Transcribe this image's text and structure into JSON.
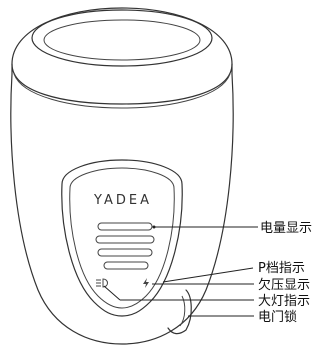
{
  "device": {
    "brand_text": "YADEA"
  },
  "callouts": {
    "battery_level": "电量显示",
    "p_gear": "P档指示",
    "undervoltage": "欠压显示",
    "headlight": "大灯指示",
    "electric_lock": "电门锁"
  },
  "icons": {
    "headlight": "headlight-icon",
    "undervoltage": "lightning-icon",
    "battery_bars": "battery-level-bars"
  }
}
